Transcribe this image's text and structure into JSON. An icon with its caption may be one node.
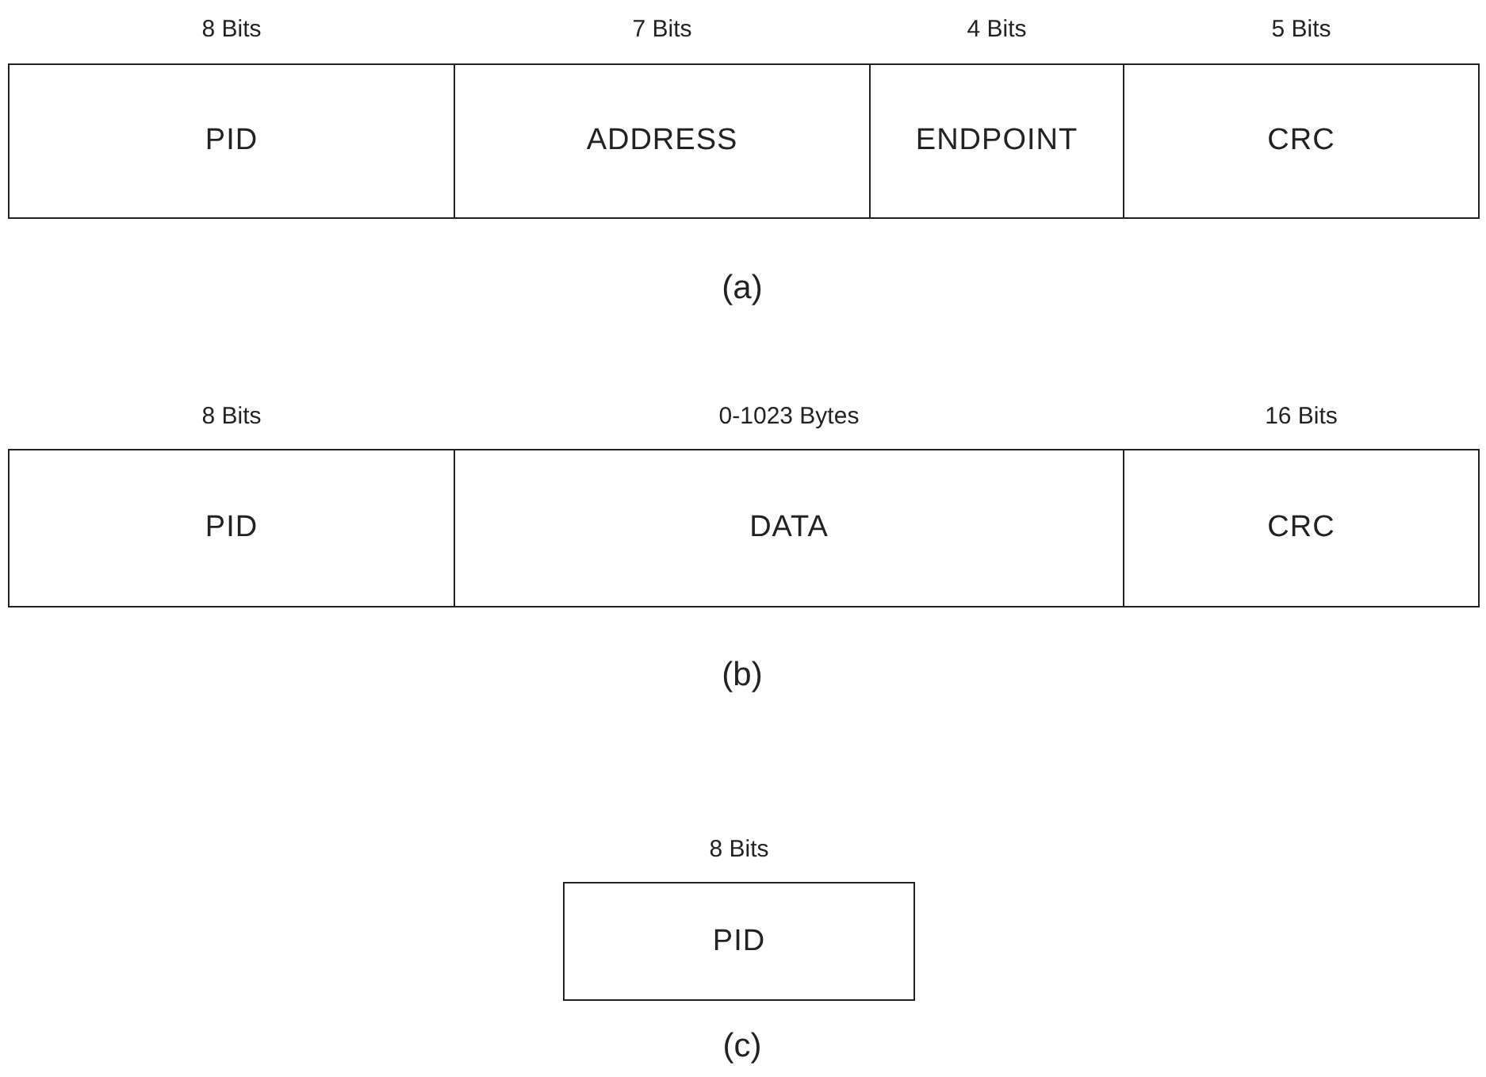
{
  "diagram": {
    "nodes": [
      {
        "text": [
          "PID"
        ],
        "beside": [
          "8 Bits"
        ]
      },
      {
        "text": [
          "ADDRESS"
        ],
        "beside": [
          "7 Bits"
        ]
      },
      {
        "text": [
          "ENDPOINT"
        ],
        "beside": [
          "4 Bits"
        ]
      },
      {
        "text": [
          "CRC"
        ],
        "beside": [
          "5 Bits"
        ]
      },
      {
        "text": [
          "PID"
        ],
        "beside": [
          "8 Bits"
        ]
      },
      {
        "text": [
          "DATA"
        ],
        "beside": [
          "0-1023 Bytes"
        ]
      },
      {
        "text": [
          "CRC"
        ],
        "beside": [
          "16 Bits"
        ]
      },
      {
        "text": [
          "PID"
        ],
        "beside": [
          "8 Bits"
        ]
      }
    ],
    "labels": [
      "(a)",
      "(b)",
      "(c)"
    ]
  }
}
